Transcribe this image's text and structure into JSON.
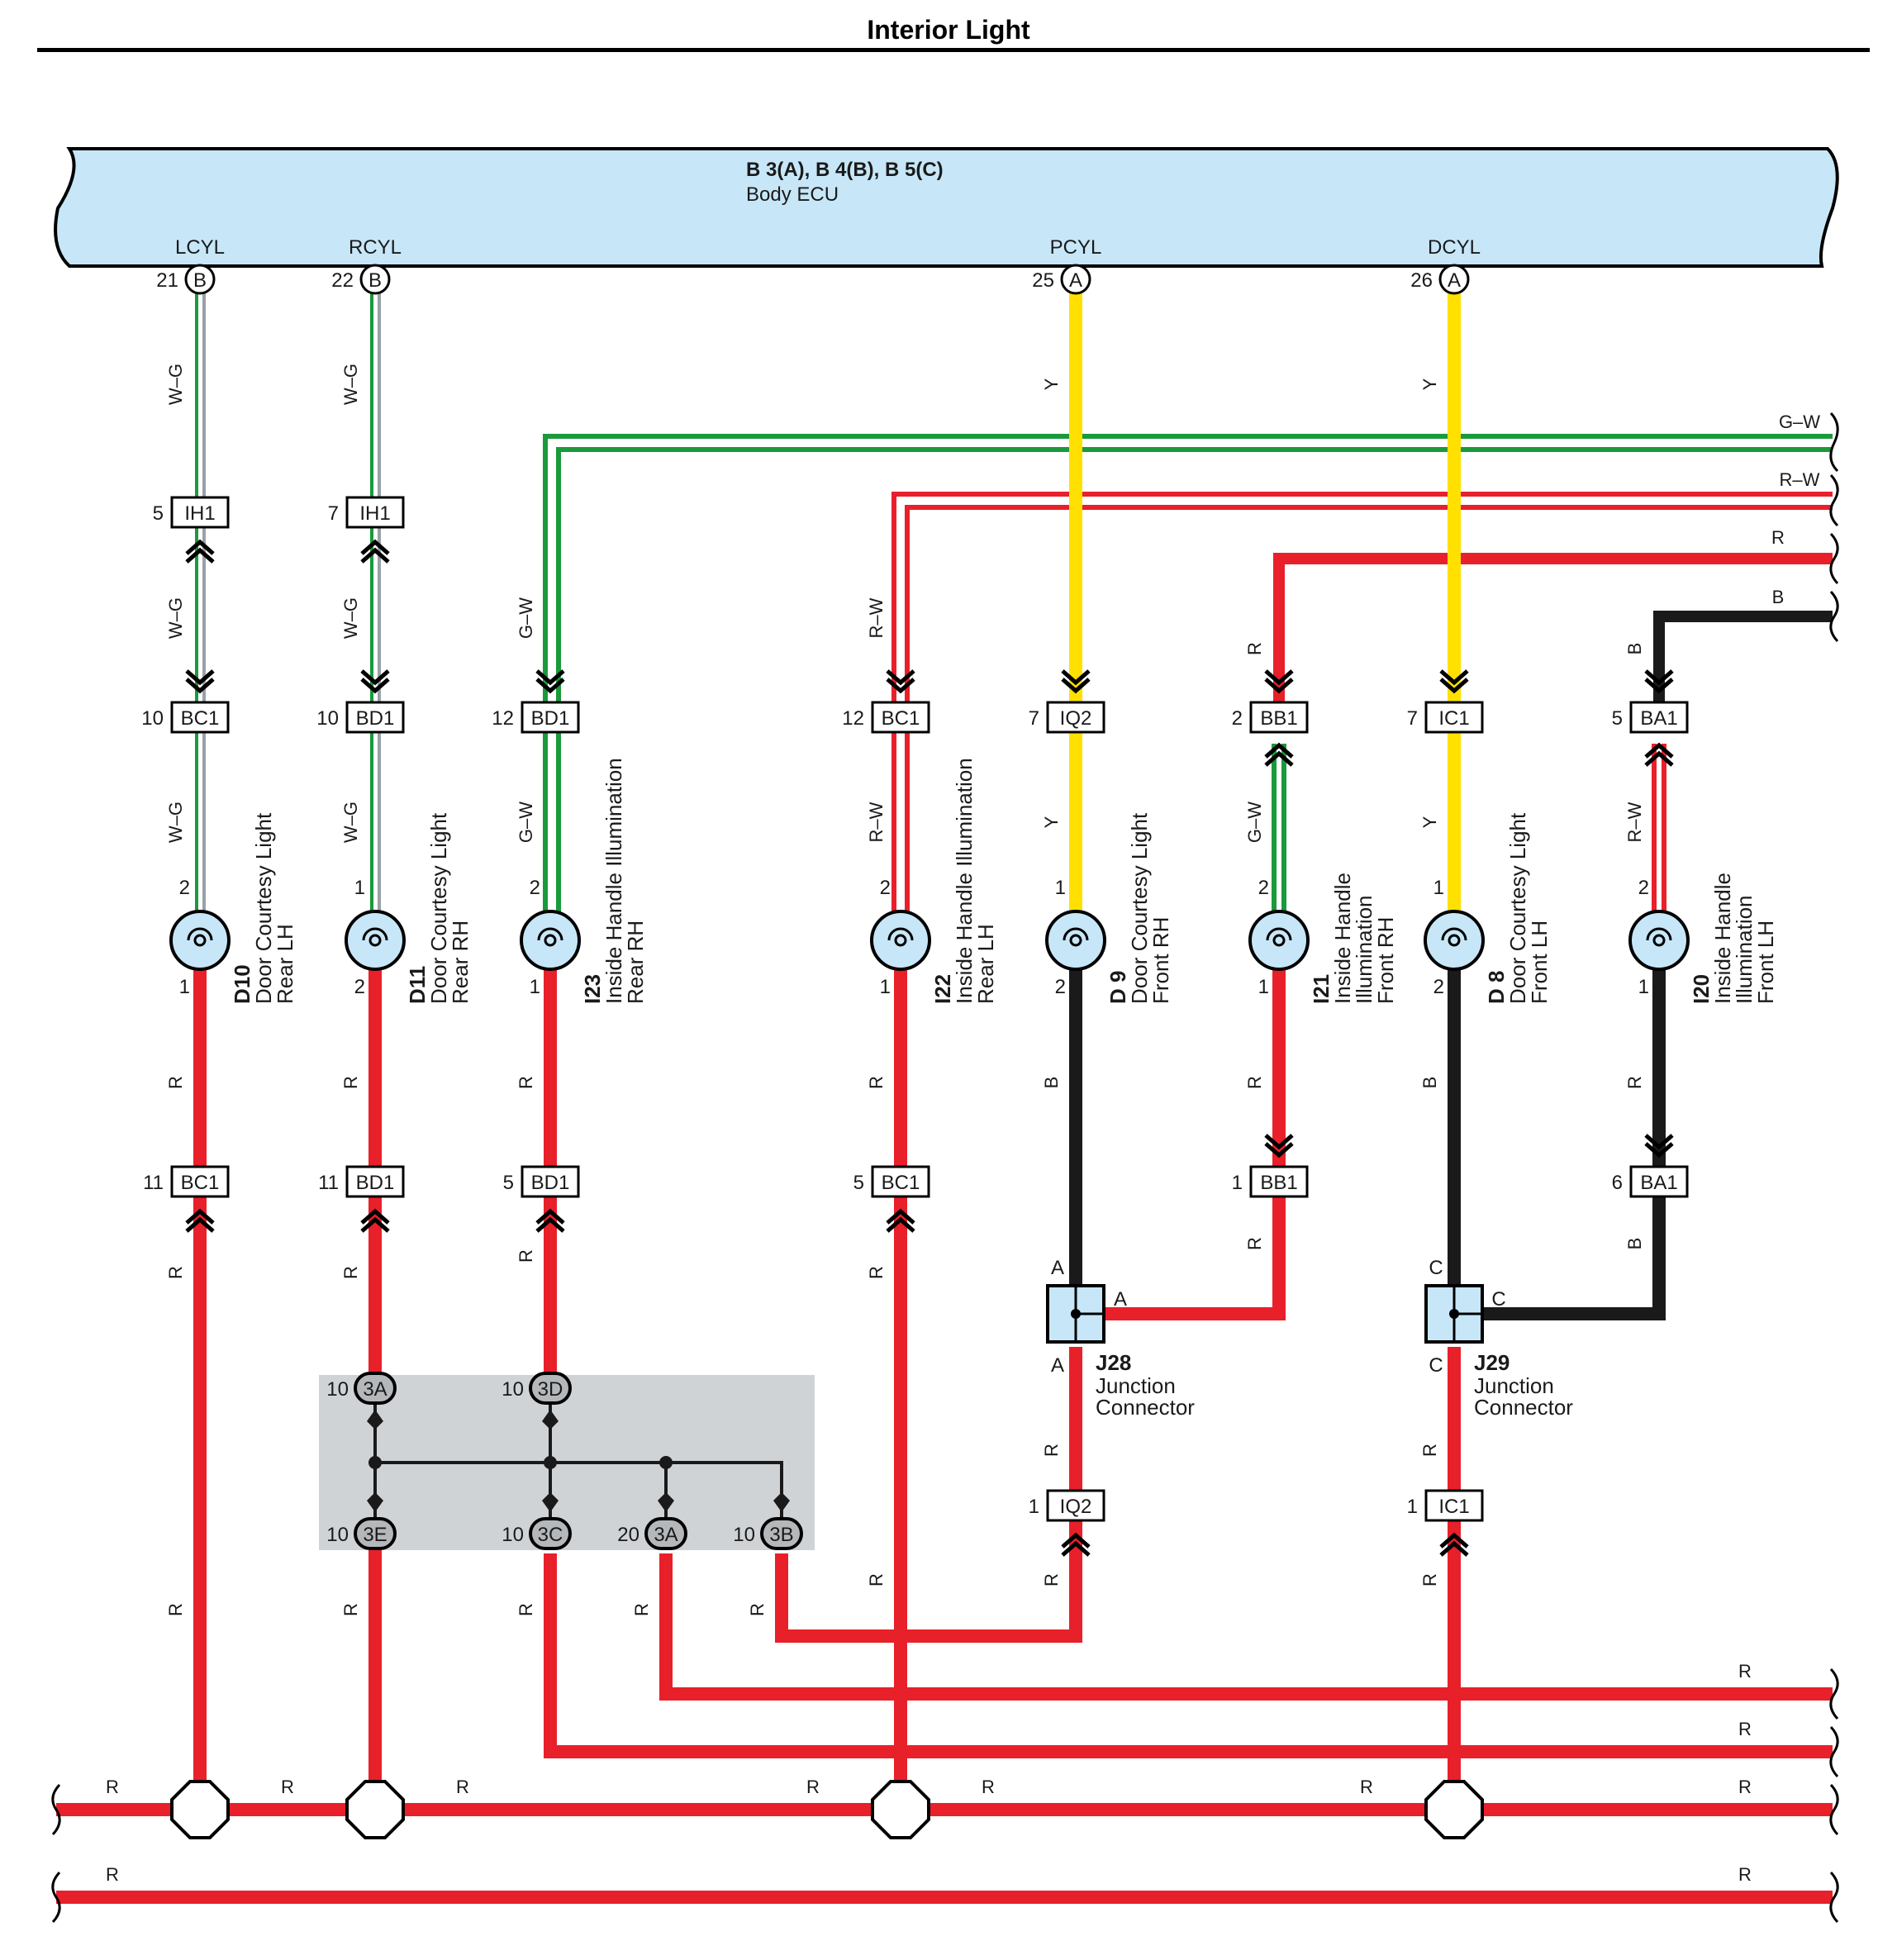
{
  "page_title": "Interior Light",
  "ecu": {
    "name_line1": "B 3(A), B 4(B), B 5(C)",
    "name_line2": "Body ECU",
    "terminals": [
      {
        "label": "LCYL",
        "pin": "21",
        "conn": "B"
      },
      {
        "label": "RCYL",
        "pin": "22",
        "conn": "B"
      },
      {
        "label": "PCYL",
        "pin": "25",
        "conn": "A"
      },
      {
        "label": "DCYL",
        "pin": "26",
        "conn": "A"
      }
    ]
  },
  "colors": {
    "red": "#e8202a",
    "yellow": "#ffe000",
    "green": "#1a9a3a",
    "black": "#1a1a1a",
    "ecu_fill": "#c7e7f8",
    "junction_bg": "#d0d3d6"
  },
  "right_wires": [
    "G–W",
    "R–W",
    "R",
    "B"
  ],
  "columns": [
    {
      "wire_top": "W–G",
      "upper": {
        "pin": "5",
        "name": "IH1"
      },
      "wire_mid": "W–G",
      "mid": {
        "pin": "10",
        "name": "BC1"
      },
      "wire_lamp": "W–G",
      "lamp_pin_top": "2",
      "lamp_pin_bot": "1",
      "device_id": "D10",
      "device_lines": [
        "Door Courtesy Light",
        "Rear LH"
      ],
      "wire_low": "R",
      "low": {
        "pin": "11",
        "name": "BC1"
      },
      "wire_bot": "R"
    },
    {
      "wire_top": "W–G",
      "upper": {
        "pin": "7",
        "name": "IH1"
      },
      "wire_mid": "W–G",
      "mid": {
        "pin": "10",
        "name": "BD1"
      },
      "wire_lamp": "W–G",
      "lamp_pin_top": "1",
      "lamp_pin_bot": "2",
      "device_id": "D11",
      "device_lines": [
        "Door Courtesy Light",
        "Rear RH"
      ],
      "wire_low": "R",
      "low": {
        "pin": "11",
        "name": "BD1"
      },
      "wire_bot": "R"
    },
    {
      "wire_mid": "G–W",
      "mid": {
        "pin": "12",
        "name": "BD1"
      },
      "wire_lamp": "G–W",
      "lamp_pin_top": "2",
      "lamp_pin_bot": "1",
      "device_id": "I23",
      "device_lines": [
        "Inside Handle Illumination",
        "Rear RH"
      ],
      "wire_low": "R",
      "low": {
        "pin": "5",
        "name": "BD1"
      },
      "wire_bot": "R"
    },
    {
      "wire_mid": "R–W",
      "mid": {
        "pin": "12",
        "name": "BC1"
      },
      "wire_lamp": "R–W",
      "lamp_pin_top": "2",
      "lamp_pin_bot": "1",
      "device_id": "I22",
      "device_lines": [
        "Inside Handle Illumination",
        "Rear LH"
      ],
      "wire_low": "R",
      "low": {
        "pin": "5",
        "name": "BC1"
      },
      "wire_bot": "R"
    },
    {
      "wire_top": "Y",
      "mid": {
        "pin": "7",
        "name": "IQ2"
      },
      "wire_lamp": "Y",
      "lamp_pin_top": "1",
      "lamp_pin_bot": "2",
      "device_id": "D 9",
      "device_lines": [
        "Door Courtesy Light",
        "Front RH"
      ],
      "wire_low": "B"
    },
    {
      "wire_top": "R",
      "mid": {
        "pin": "2",
        "name": "BB1"
      },
      "wire_lamp": "G–W",
      "lamp_pin_top": "2",
      "lamp_pin_bot": "1",
      "device_id": "I21",
      "device_lines": [
        "Inside Handle",
        "Illumination",
        "Front RH"
      ],
      "wire_low": "R",
      "low": {
        "pin": "1",
        "name": "BB1"
      },
      "wire_bot": "R"
    },
    {
      "wire_top": "Y",
      "mid": {
        "pin": "7",
        "name": "IC1"
      },
      "wire_lamp": "Y",
      "lamp_pin_top": "1",
      "lamp_pin_bot": "2",
      "device_id": "D 8",
      "device_lines": [
        "Door Courtesy Light",
        "Front LH"
      ],
      "wire_low": "B"
    },
    {
      "wire_top": "B",
      "mid": {
        "pin": "5",
        "name": "BA1"
      },
      "wire_lamp": "R–W",
      "lamp_pin_top": "2",
      "lamp_pin_bot": "1",
      "device_id": "I20",
      "device_lines": [
        "Inside Handle",
        "Illumination",
        "Front LH"
      ],
      "wire_low": "R",
      "low": {
        "pin": "6",
        "name": "BA1"
      },
      "wire_bot": "B"
    }
  ],
  "junctions": [
    {
      "id": "J28",
      "lines": [
        "Junction",
        "Connector"
      ],
      "terminal": "A",
      "wire_below": "R",
      "conn": {
        "pin": "1",
        "name": "IQ2"
      },
      "wire_after": "R"
    },
    {
      "id": "J29",
      "lines": [
        "Junction",
        "Connector"
      ],
      "terminal": "C",
      "wire_below": "R",
      "conn": {
        "pin": "1",
        "name": "IC1"
      },
      "wire_after": "R"
    }
  ],
  "junction_block": {
    "top": [
      {
        "pin": "10",
        "name": "3A"
      },
      {
        "pin": "10",
        "name": "3D"
      }
    ],
    "bottom": [
      {
        "pin": "10",
        "name": "3E"
      },
      {
        "pin": "10",
        "name": "3C"
      },
      {
        "pin": "20",
        "name": "3A"
      },
      {
        "pin": "10",
        "name": "3B"
      }
    ],
    "wires_below": [
      "R",
      "R",
      "R",
      "R"
    ]
  },
  "bus_labels": {
    "r1": "R",
    "r2": "R",
    "main": [
      "R",
      "R",
      "R",
      "R",
      "R",
      "R",
      "R"
    ],
    "last": [
      "R",
      "R"
    ]
  }
}
